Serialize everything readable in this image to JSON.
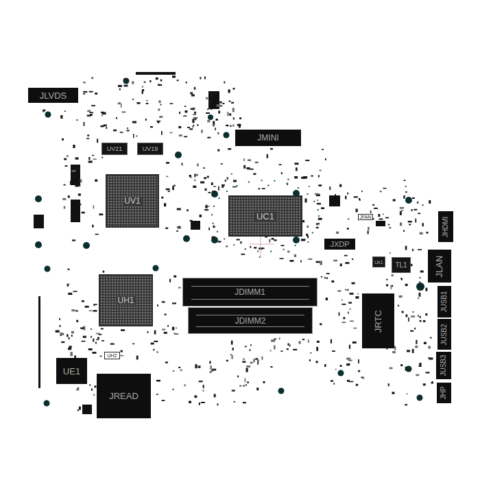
{
  "diagram": {
    "nodes": [
      {
        "text": [
          "JLVDS"
        ]
      },
      {
        "text": [
          "JMINI"
        ]
      },
      {
        "text": [
          "UV21"
        ]
      },
      {
        "text": [
          "UV19"
        ]
      },
      {
        "text": [
          "UV1"
        ]
      },
      {
        "text": [
          "UC1"
        ]
      },
      {
        "text": [
          "JHDMI"
        ]
      },
      {
        "text": [
          "JFAN"
        ]
      },
      {
        "text": [
          "JXDP"
        ]
      },
      {
        "text": [
          "JLAN"
        ]
      },
      {
        "text": [
          "Uk1"
        ]
      },
      {
        "text": [
          "TL1"
        ]
      },
      {
        "text": [
          "UH1"
        ]
      },
      {
        "text": [
          "JDIMM1"
        ]
      },
      {
        "text": [
          "JUSB1"
        ]
      },
      {
        "text": [
          "JRTC"
        ]
      },
      {
        "text": [
          "JDIMM2"
        ]
      },
      {
        "text": [
          "JUSB2"
        ]
      },
      {
        "text": [
          "JUSB3"
        ]
      },
      {
        "text": [
          "UH2"
        ]
      },
      {
        "text": [
          "UE1"
        ]
      },
      {
        "text": [
          "JREAD"
        ]
      },
      {
        "text": [
          "JHP"
        ]
      }
    ]
  }
}
